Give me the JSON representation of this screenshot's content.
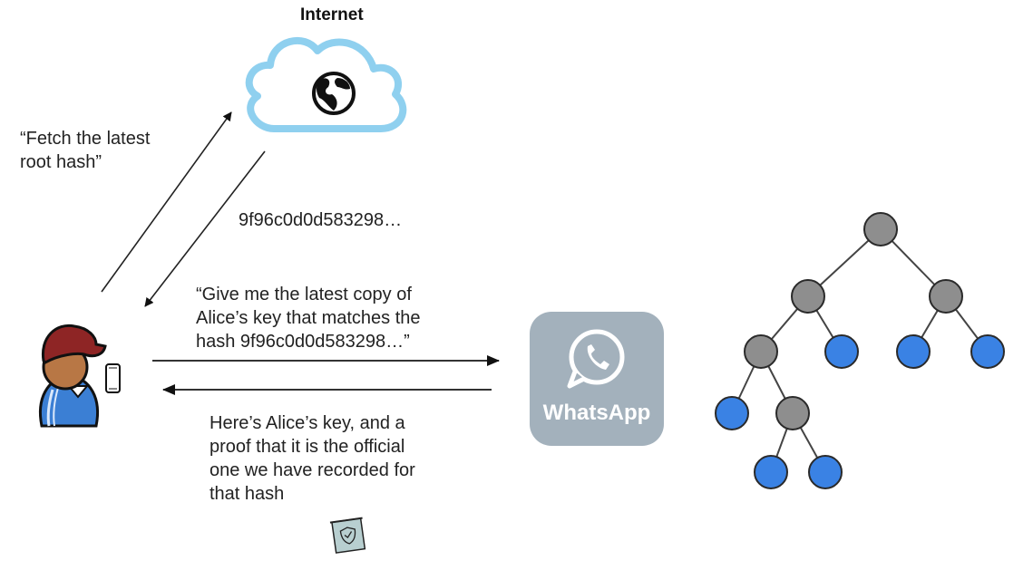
{
  "title": "Internet",
  "messages": {
    "fetch_request": [
      "“Fetch the latest",
      "root hash”"
    ],
    "hash_response": "9f96c0d0d583298…",
    "key_request": [
      "“Give me the latest copy of",
      "Alice’s key that matches the",
      "hash 9f96c0d0d583298…”"
    ],
    "key_response": [
      "Here’s Alice’s key, and a",
      "proof that it is the official",
      "one we have recorded for",
      "that hash"
    ]
  },
  "app": {
    "name": "WhatsApp",
    "tile_color": "#a3b1bc"
  },
  "icons": {
    "cloud": "cloud-icon",
    "globe": "globe-icon",
    "user": "user-avatar-icon",
    "phone": "phone-icon",
    "whatsapp": "whatsapp-icon",
    "proof": "proof-certificate-icon"
  },
  "colors": {
    "cloud_stroke": "#8fd0ef",
    "inner_node": "#8e8e8e",
    "leaf_node": "#3a82e4"
  },
  "tree": {
    "nodes": [
      {
        "id": "root",
        "type": "inner"
      },
      {
        "id": "n1",
        "type": "inner",
        "parent": "root"
      },
      {
        "id": "n2",
        "type": "inner",
        "parent": "root"
      },
      {
        "id": "n3",
        "type": "inner",
        "parent": "n1"
      },
      {
        "id": "l1",
        "type": "leaf",
        "parent": "n1"
      },
      {
        "id": "l2",
        "type": "leaf",
        "parent": "n2"
      },
      {
        "id": "l3",
        "type": "leaf",
        "parent": "n2"
      },
      {
        "id": "l4",
        "type": "leaf",
        "parent": "n3"
      },
      {
        "id": "n4",
        "type": "inner",
        "parent": "n3"
      },
      {
        "id": "l5",
        "type": "leaf",
        "parent": "n4"
      },
      {
        "id": "l6",
        "type": "leaf",
        "parent": "n4"
      }
    ]
  }
}
